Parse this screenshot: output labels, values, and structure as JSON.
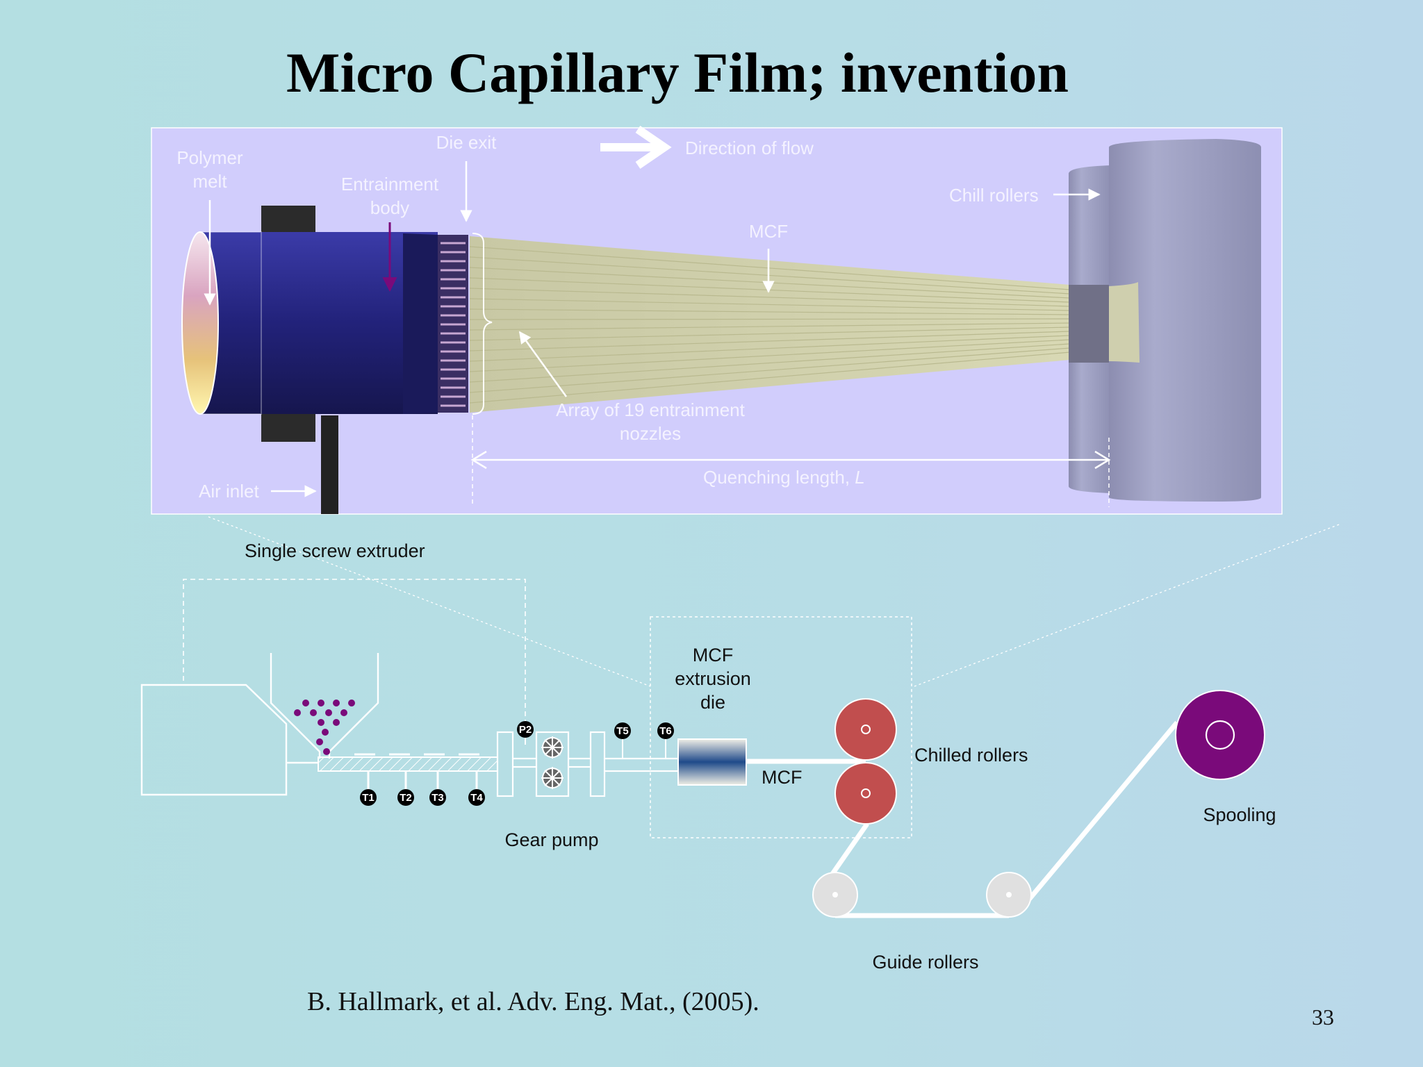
{
  "slide": {
    "title": "Micro Capillary Film; invention",
    "citation": "B. Hallmark, et al.  Adv. Eng. Mat., (2005).",
    "page_number": "33"
  },
  "top_diagram": {
    "labels": {
      "polymer_melt_line1": "Polymer",
      "polymer_melt_line2": "melt",
      "die_exit": "Die exit",
      "direction_of_flow": "Direction of flow",
      "entrainment_body_line1": "Entrainment",
      "entrainment_body_line2": "body",
      "chill_rollers": "Chill rollers",
      "mcf": "MCF",
      "nozzles_line1": "Array of 19 entrainment",
      "nozzles_line2": "nozzles",
      "quenching_length": "Quenching length, ",
      "quenching_symbol": "L",
      "air_inlet": "Air inlet"
    },
    "colors": {
      "panel_background": "#d1cdfc",
      "extruder_body": "#2f2f9a",
      "film": "#d8d8b0",
      "chill_roller": "#9d9fc0"
    }
  },
  "process_diagram": {
    "labels": {
      "single_screw_extruder": "Single screw extruder",
      "gear_pump": "Gear pump",
      "die_line1": "MCF",
      "die_line2": "extrusion",
      "die_line3": "die",
      "mcf": "MCF",
      "chilled_rollers": "Chilled rollers",
      "spooling": "Spooling",
      "guide_rollers": "Guide rollers"
    },
    "sensors": {
      "t1": "T1",
      "t2": "T2",
      "t3": "T3",
      "t4": "T4",
      "t5": "T5",
      "t6": "T6",
      "p2": "P2"
    },
    "colors": {
      "chilled_roller": "#c14e4e",
      "spool": "#7a0a7a",
      "guide_roller": "#e0e0e0",
      "pellet": "#7a0a7a"
    }
  }
}
